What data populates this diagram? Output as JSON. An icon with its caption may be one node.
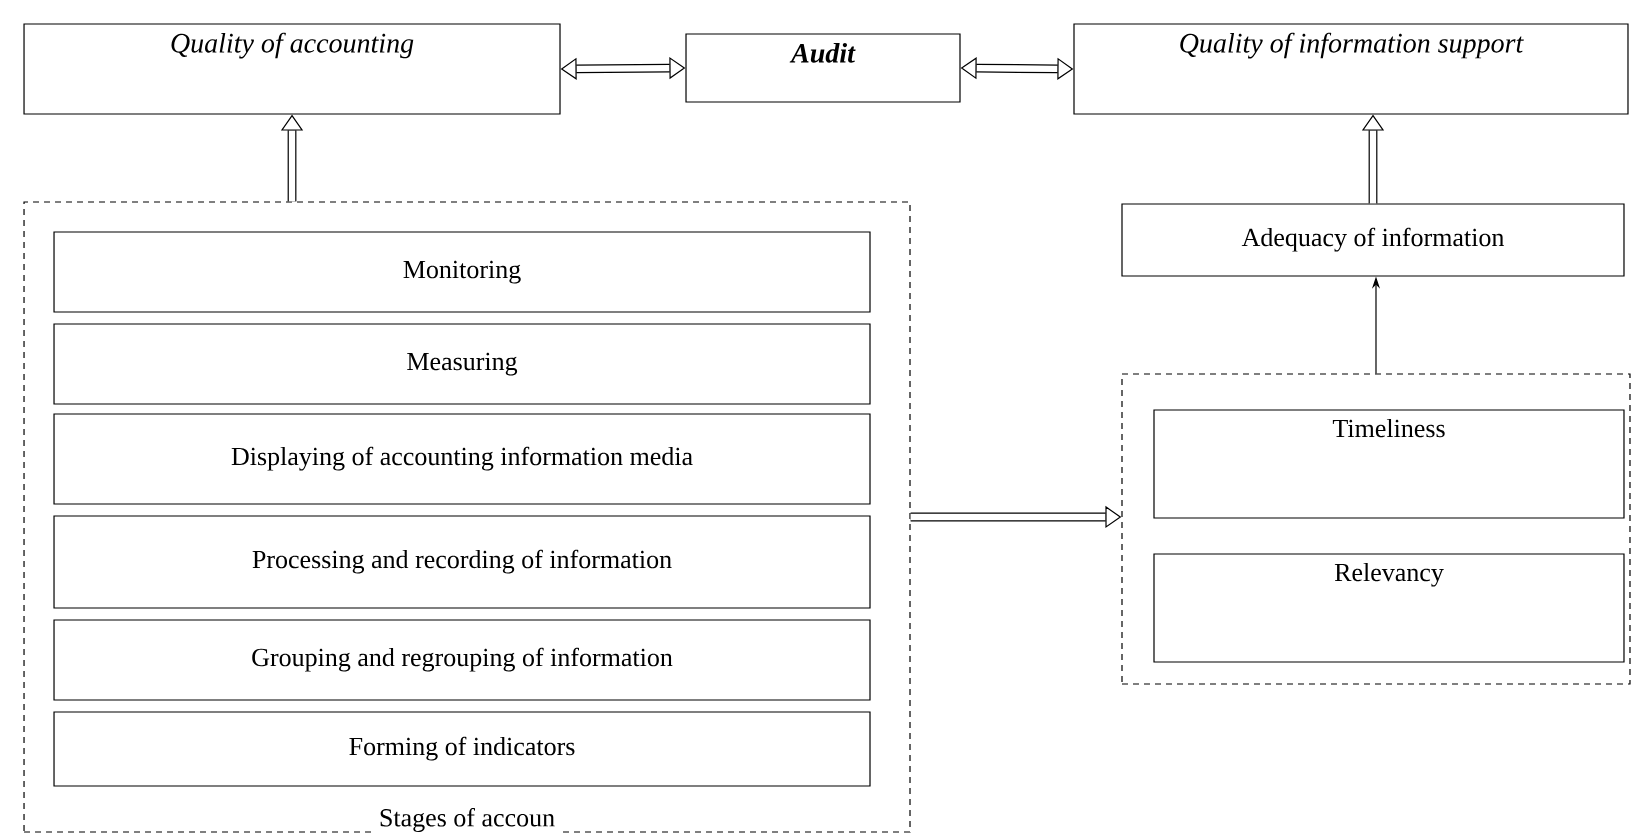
{
  "diagram": {
    "nodes": [
      {
        "text": [
          "Quality of accounting"
        ]
      },
      {
        "text": [
          "Audit"
        ]
      },
      {
        "text": [
          "Quality of information support"
        ]
      },
      {
        "text": [
          "Stages of accoun"
        ]
      },
      {
        "text": [
          "Monitoring"
        ],
        "in": 3
      },
      {
        "text": [
          "Measuring"
        ],
        "in": 3
      },
      {
        "text": [
          "Displaying of accounting information media"
        ],
        "in": 3
      },
      {
        "text": [
          "Processing and recording of information"
        ],
        "in": 3
      },
      {
        "text": [
          "Grouping and regrouping of information"
        ],
        "in": 3
      },
      {
        "text": [
          "Forming of indicators"
        ],
        "in": 3
      },
      {
        "text": [
          "Adequacy of information"
        ]
      },
      {
        "text": [],
        "shape": "box"
      },
      {
        "text": [
          "Timeliness"
        ],
        "in": 11
      },
      {
        "text": [
          "Relevancy"
        ],
        "in": 11
      }
    ],
    "edges": [
      {
        "from": 0,
        "to": 1,
        "arrow": "both"
      },
      {
        "from": 1,
        "to": 2,
        "arrow": "both"
      },
      {
        "from": 3,
        "to": 0,
        "arrow": "to"
      },
      {
        "from": 3,
        "to": 11,
        "arrow": "to"
      },
      {
        "from": 11,
        "to": 10,
        "arrow": "to"
      },
      {
        "from": 10,
        "to": 2,
        "arrow": "to"
      }
    ]
  }
}
